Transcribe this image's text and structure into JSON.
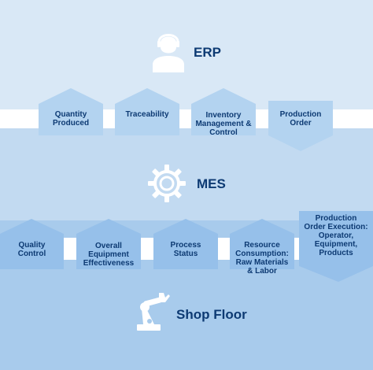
{
  "erp": {
    "title": "ERP",
    "icon": "user-icon"
  },
  "erp_mes_flows": [
    {
      "label": "Quantity\nProduced",
      "direction": "up"
    },
    {
      "label": "Traceability",
      "direction": "up"
    },
    {
      "label": "Inventory\nManagement &\nControl",
      "direction": "up"
    },
    {
      "label": "Production\nOrder",
      "direction": "down"
    }
  ],
  "mes": {
    "title": "MES",
    "icon": "gear-icon"
  },
  "mes_floor_flows": [
    {
      "label": "Quality\nControl",
      "direction": "up"
    },
    {
      "label": "Overall\nEquipment\nEffectiveness",
      "direction": "up"
    },
    {
      "label": "Process\nStatus",
      "direction": "up"
    },
    {
      "label": "Resource\nConsumption:\nRaw Materials\n& Labor",
      "direction": "up"
    },
    {
      "label": "Production\nOrder Execution:\nOperator,\nEquipment,\nProducts",
      "direction": "down"
    }
  ],
  "shop_floor": {
    "title": "Shop Floor",
    "icon": "robot-arm-icon"
  },
  "colors": {
    "text": "#0d3a73",
    "arrow": "#a9cdee",
    "bar": "#ffffff",
    "icon": "#ffffff"
  }
}
